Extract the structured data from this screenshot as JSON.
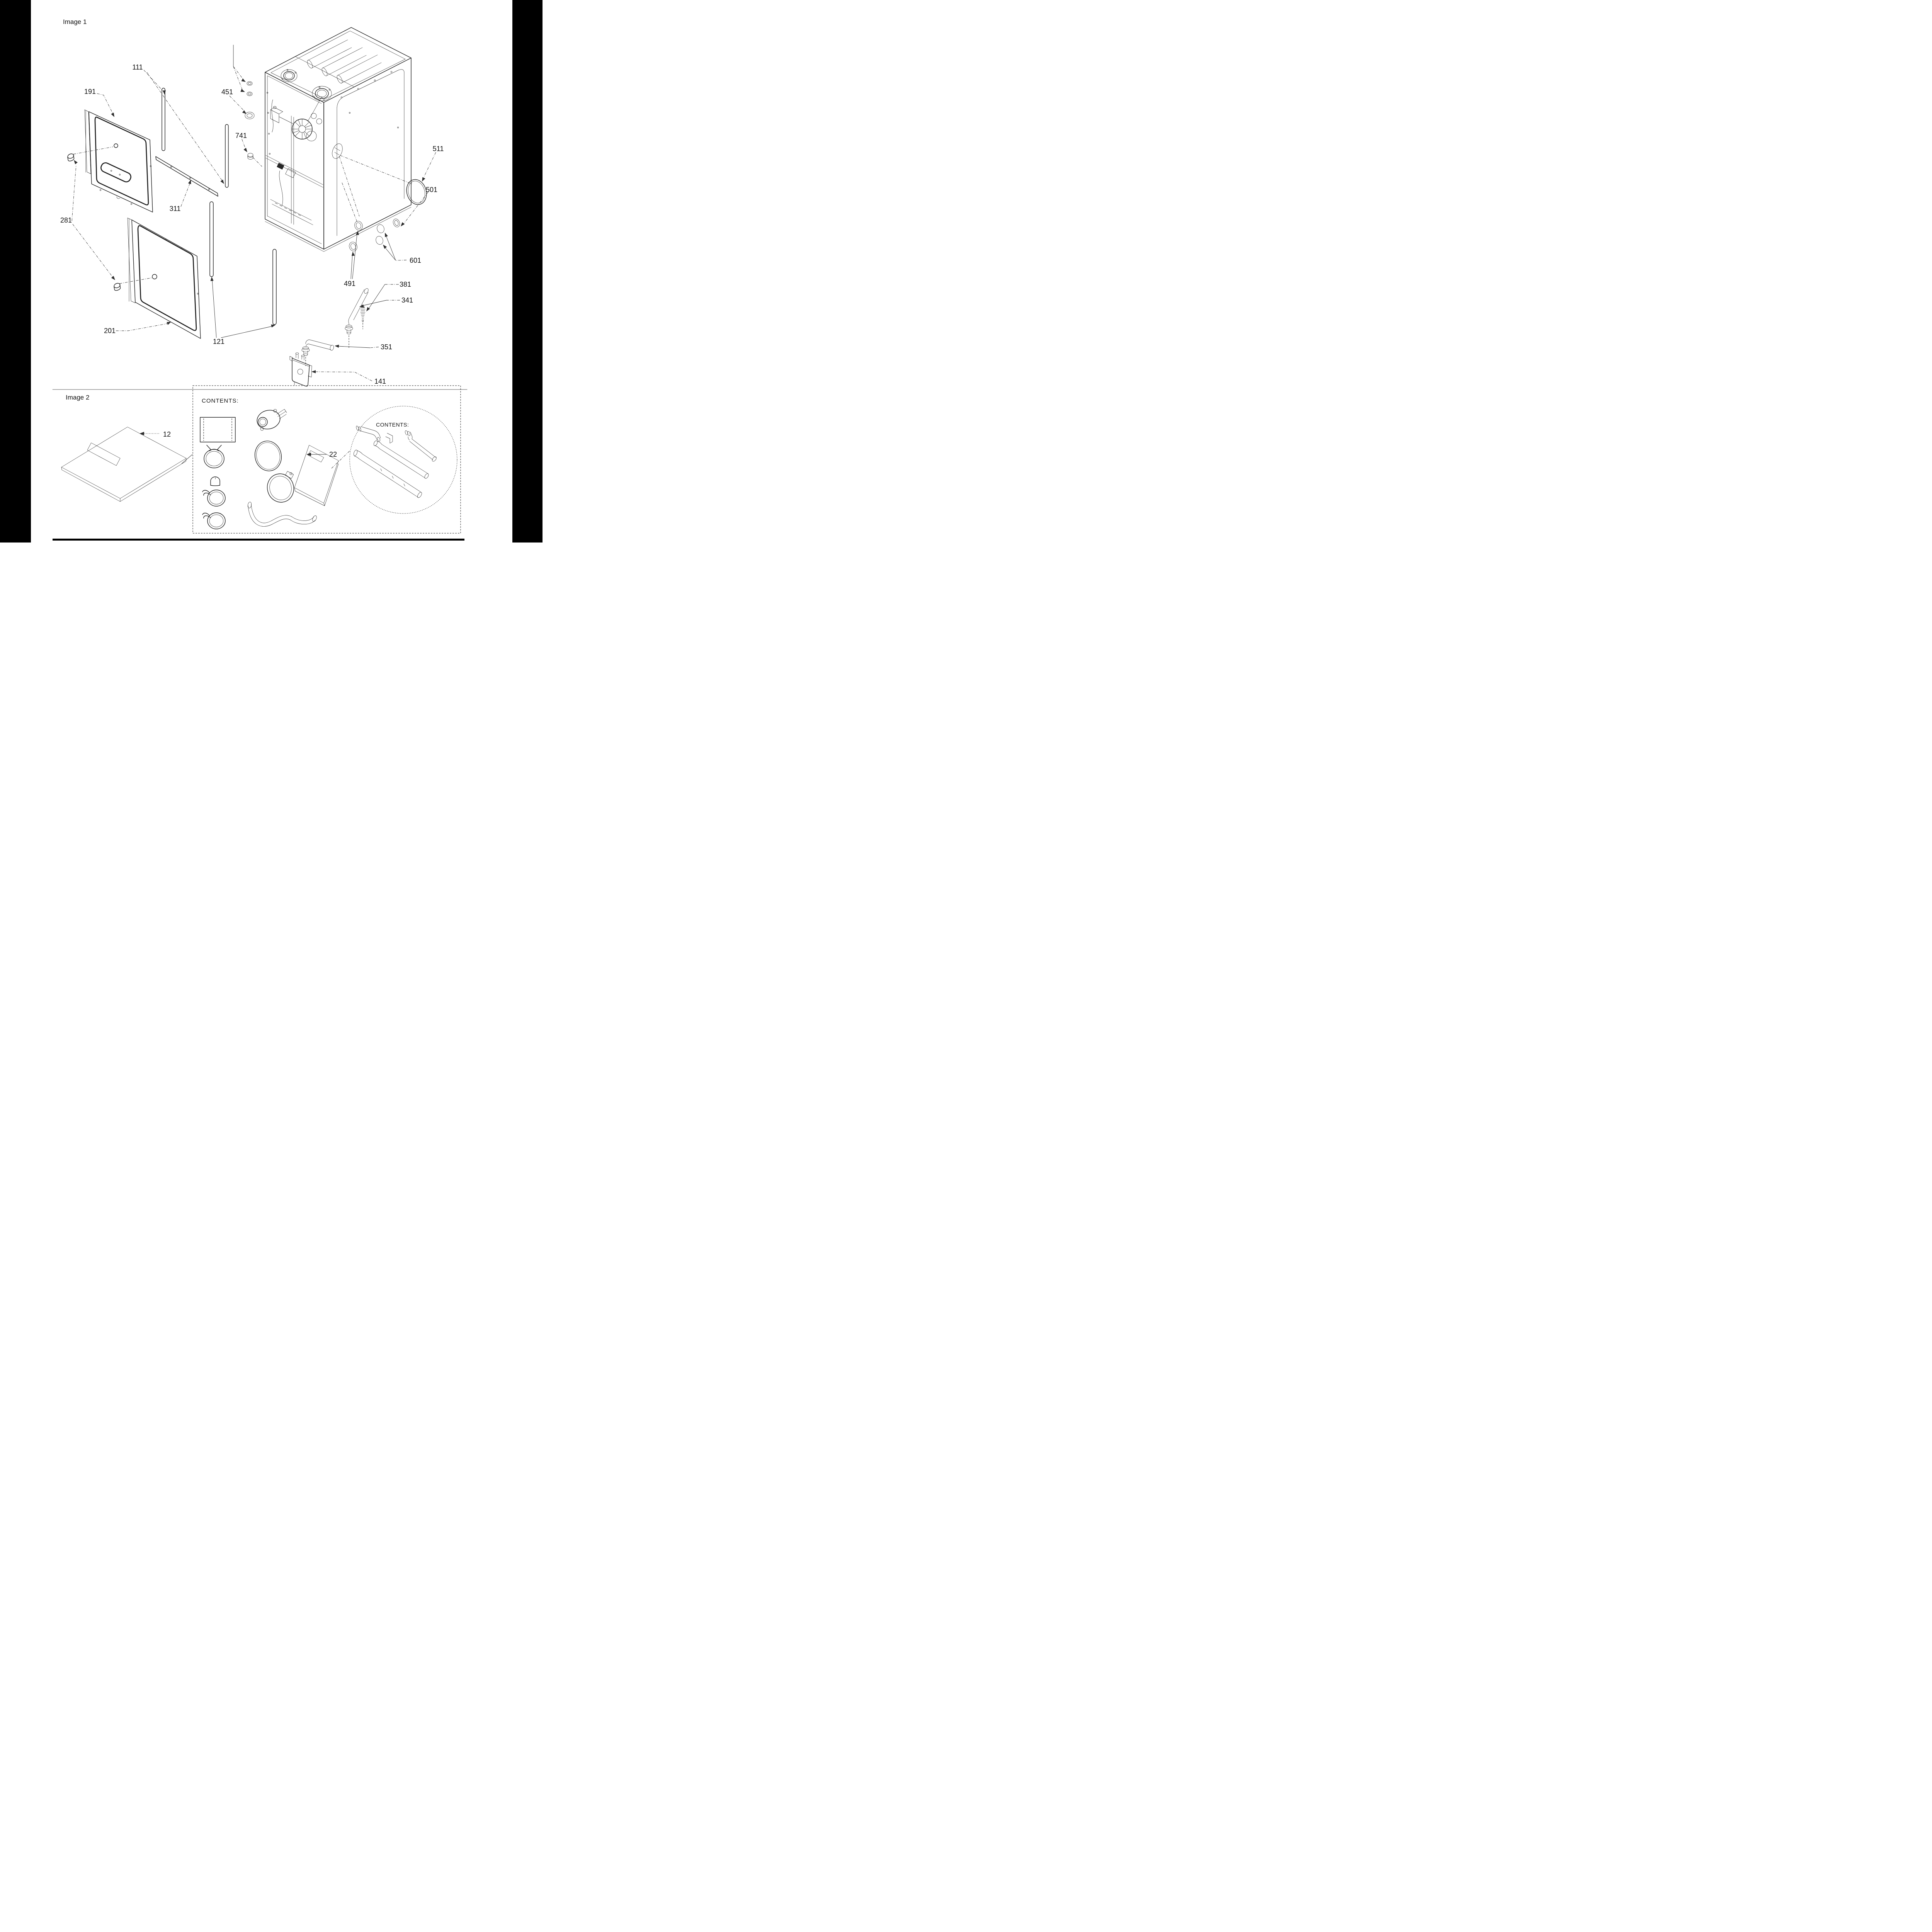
{
  "document": {
    "background": "#ffffff",
    "ink": "#1d1d1d",
    "scan_margin_color": "#000000"
  },
  "image1": {
    "title": "Image 1",
    "labels": {
      "l111": "111",
      "l191": "191",
      "l451": "451",
      "l741": "741",
      "l511": "511",
      "l501": "501",
      "l601": "601",
      "l491": "491",
      "l381": "381",
      "l341": "341",
      "l351": "351",
      "l141": "141",
      "l281": "281",
      "l311": "311",
      "l201": "201",
      "l121": "121"
    }
  },
  "image2": {
    "title": "Image 2",
    "kit_box_heading": "CONTENTS:",
    "magnifier_heading": "CONTENTS:",
    "labels": {
      "l12": "12",
      "l22": "22"
    }
  }
}
